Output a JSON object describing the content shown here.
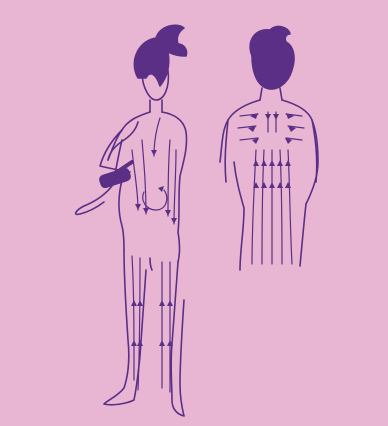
{
  "illustration": {
    "front_figure_icon": "woman-front-dry-brushing",
    "back_figure_icon": "woman-back-brush-strokes",
    "brush_icon": "body-brush",
    "ink_color": "#5b2f86",
    "paper_color": "#e8b6d3"
  }
}
